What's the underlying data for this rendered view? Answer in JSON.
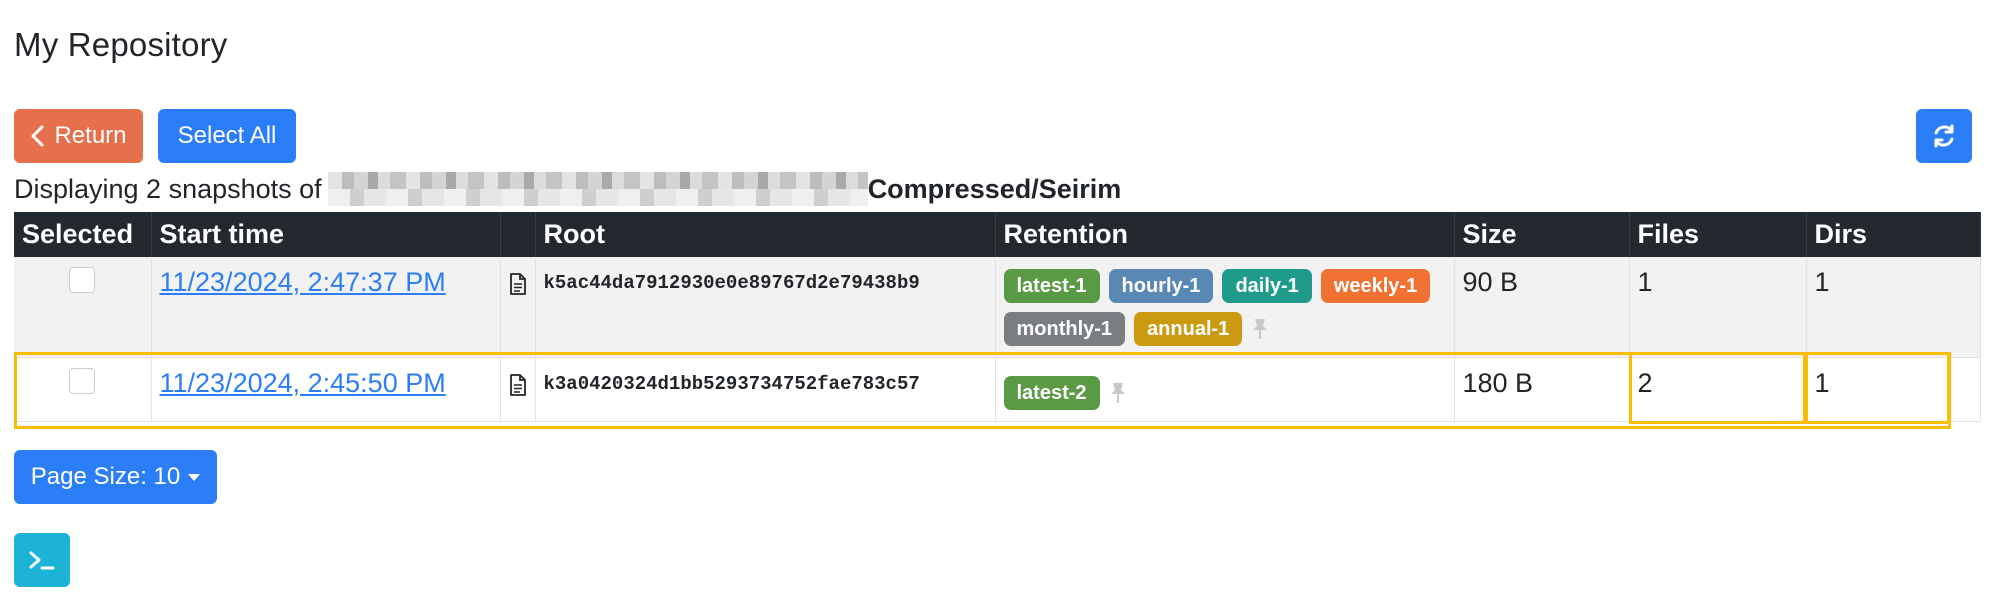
{
  "page": {
    "title": "My Repository"
  },
  "toolbar": {
    "return_label": "Return",
    "select_all_label": "Select All",
    "refresh_icon": "refresh-icon"
  },
  "summary": {
    "prefix": "Displaying 2 snapshots of",
    "path_suffix": "Compressed/Seirim"
  },
  "table": {
    "headers": {
      "selected": "Selected",
      "start_time": "Start time",
      "root": "Root",
      "retention": "Retention",
      "size": "Size",
      "files": "Files",
      "dirs": "Dirs"
    },
    "rows": [
      {
        "start_time": "11/23/2024, 2:47:37 PM",
        "root": "k5ac44da7912930e0e89767d2e79438b9",
        "retention": [
          {
            "label": "latest-1",
            "color": "#5b9a45"
          },
          {
            "label": "hourly-1",
            "color": "#5a88b5"
          },
          {
            "label": "daily-1",
            "color": "#1f9b8b"
          },
          {
            "label": "weekly-1",
            "color": "#f07131"
          },
          {
            "label": "monthly-1",
            "color": "#7a7e82"
          },
          {
            "label": "annual-1",
            "color": "#cc9a10"
          }
        ],
        "size": "90 B",
        "files": "1",
        "dirs": "1"
      },
      {
        "start_time": "11/23/2024, 2:45:50 PM",
        "root": "k3a0420324d1bb5293734752fae783c57",
        "retention": [
          {
            "label": "latest-2",
            "color": "#5b9a45"
          }
        ],
        "size": "180 B",
        "files": "2",
        "dirs": "1"
      }
    ]
  },
  "pagination": {
    "page_size_label": "Page Size: 10"
  },
  "colors": {
    "return": "#e6704b",
    "primary": "#2b7ef8",
    "terminal": "#1cb3d6",
    "header_bg": "#24292f",
    "highlight": "#fbbc05"
  }
}
